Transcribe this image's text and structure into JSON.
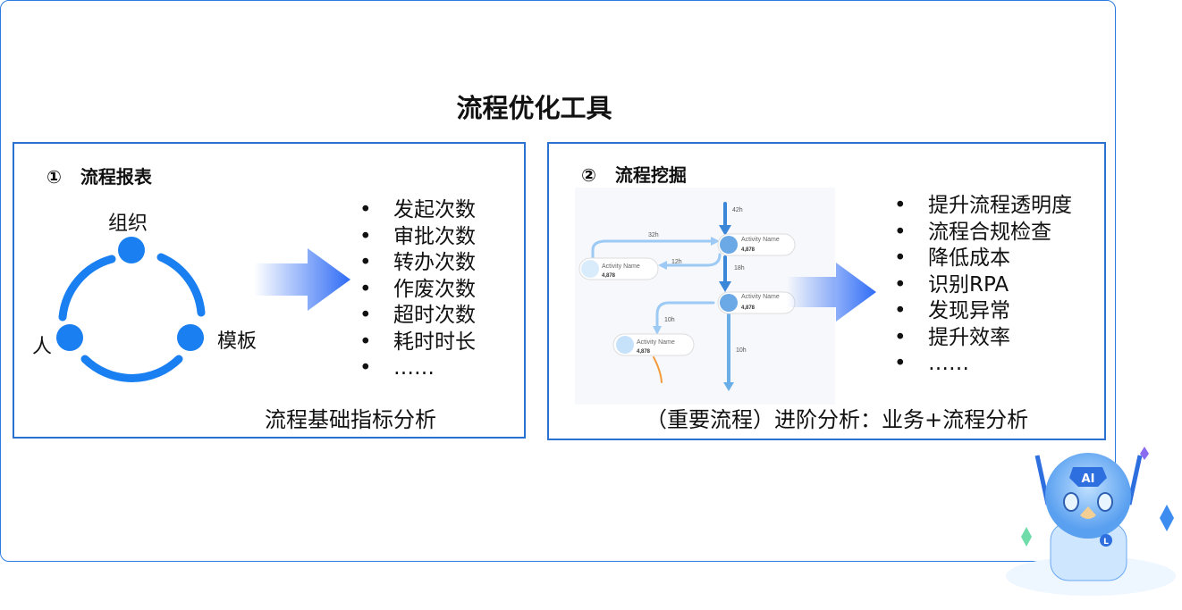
{
  "title": "流程优化工具",
  "report": {
    "number": "①",
    "heading": "流程报表",
    "nodes": {
      "top": "组织",
      "left": "人",
      "right": "模板"
    },
    "items": [
      "发起次数",
      "审批次数",
      "转办次数",
      "作废次数",
      "超时次数",
      "耗时时长",
      "……"
    ],
    "footer": "流程基础指标分析"
  },
  "mining": {
    "number": "②",
    "heading": "流程挖掘",
    "diagram": {
      "activity": "Activity Name",
      "count": "4,878",
      "edges": {
        "e1": "42h",
        "e2": "32h",
        "e3": "12h",
        "e4": "18h",
        "e5": "10h",
        "e6": "10h"
      }
    },
    "items": [
      "提升流程透明度",
      "流程合规检查",
      "降低成本",
      "识别RPA",
      "发现异常",
      "提升效率",
      "……"
    ],
    "footer": "（重要流程）进阶分析：业务+流程分析"
  },
  "robot": {
    "badge": "AI",
    "chest": "L"
  },
  "colors": {
    "accent": "#1a7ff0",
    "border": "#2a72d0"
  }
}
